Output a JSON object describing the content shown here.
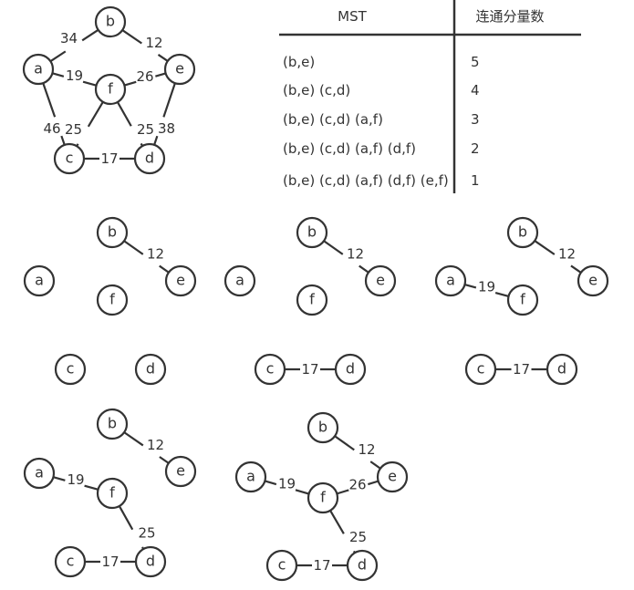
{
  "nodes": [
    "a",
    "b",
    "c",
    "d",
    "e",
    "f"
  ],
  "graph": {
    "edges": [
      {
        "u": "a",
        "v": "b",
        "w": "34"
      },
      {
        "u": "b",
        "v": "e",
        "w": "12"
      },
      {
        "u": "a",
        "v": "f",
        "w": "19"
      },
      {
        "u": "f",
        "v": "e",
        "w": "26"
      },
      {
        "u": "a",
        "v": "c",
        "w": "46"
      },
      {
        "u": "e",
        "v": "d",
        "w": "38"
      },
      {
        "u": "f",
        "v": "c",
        "w": "25"
      },
      {
        "u": "f",
        "v": "d",
        "w": "25"
      },
      {
        "u": "c",
        "v": "d",
        "w": "17"
      }
    ]
  },
  "table": {
    "headers": [
      "MST",
      "连通分量数"
    ],
    "rows": [
      {
        "mst": "(b,e)",
        "count": "5"
      },
      {
        "mst": "(b,e) (c,d)",
        "count": "4"
      },
      {
        "mst": "(b,e) (c,d) (a,f)",
        "count": "3"
      },
      {
        "mst": "(b,e) (c,d) (a,f) (d,f)",
        "count": "2"
      },
      {
        "mst": "(b,e) (c,d) (a,f) (d,f) (e,f)",
        "count": "1"
      }
    ]
  },
  "steps": [
    {
      "edges": [
        {
          "u": "b",
          "v": "e",
          "w": "12"
        }
      ]
    },
    {
      "edges": [
        {
          "u": "b",
          "v": "e",
          "w": "12"
        },
        {
          "u": "c",
          "v": "d",
          "w": "17"
        }
      ]
    },
    {
      "edges": [
        {
          "u": "b",
          "v": "e",
          "w": "12"
        },
        {
          "u": "c",
          "v": "d",
          "w": "17"
        },
        {
          "u": "a",
          "v": "f",
          "w": "19"
        }
      ]
    },
    {
      "edges": [
        {
          "u": "b",
          "v": "e",
          "w": "12"
        },
        {
          "u": "c",
          "v": "d",
          "w": "17"
        },
        {
          "u": "a",
          "v": "f",
          "w": "19"
        },
        {
          "u": "f",
          "v": "d",
          "w": "25"
        }
      ]
    },
    {
      "edges": [
        {
          "u": "b",
          "v": "e",
          "w": "12"
        },
        {
          "u": "c",
          "v": "d",
          "w": "17"
        },
        {
          "u": "a",
          "v": "f",
          "w": "19"
        },
        {
          "u": "f",
          "v": "d",
          "w": "25"
        },
        {
          "u": "f",
          "v": "e",
          "w": "26"
        }
      ]
    }
  ]
}
